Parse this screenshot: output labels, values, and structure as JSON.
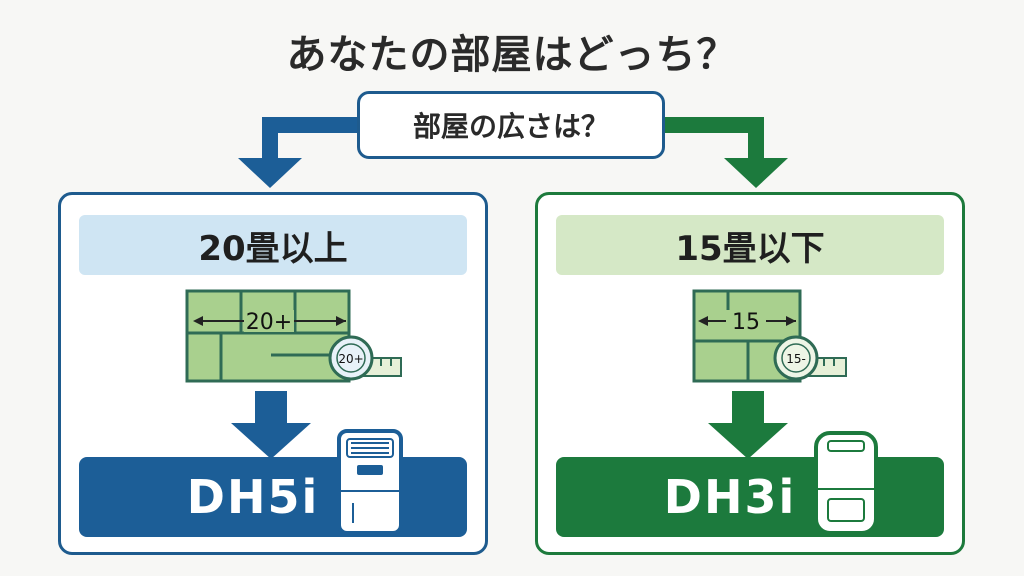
{
  "title": "あなたの部屋はどっち？",
  "question": "部屋の広さは？",
  "colors": {
    "blue": "#1c5e97",
    "green": "#1c7a3d",
    "light_blue": "#cfe5f3",
    "light_green": "#d5e8c6"
  },
  "left": {
    "size_label": "20畳以上",
    "plan_label": "20+",
    "tape_label": "20+",
    "model": "DH5i",
    "icons": [
      "floor-plan-icon",
      "tape-measure-icon",
      "down-arrow-icon",
      "dehumidifier-icon"
    ]
  },
  "right": {
    "size_label": "15畳以下",
    "plan_label": "15",
    "tape_label": "15-",
    "model": "DH3i",
    "icons": [
      "floor-plan-icon",
      "tape-measure-icon",
      "down-arrow-icon",
      "dehumidifier-icon"
    ]
  }
}
